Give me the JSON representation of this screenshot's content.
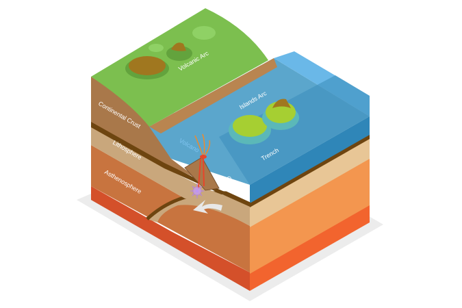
{
  "labels": {
    "volcanic_arc": "Volcanic Arc",
    "continental_crust": "Continental Crust",
    "lithosphere": "Lithosphere",
    "asthenosphere": "Asthenosphere",
    "islands_arc": "Islands Arc",
    "volcano": "Volcano",
    "trench": "Trench",
    "oceanic_crust_1": "Oceanic",
    "oceanic_crust_2": "Crust"
  },
  "colors": {
    "land": "#7cbf4f",
    "continental_crust": "#a9784a",
    "lithosphere": "#c9a77c",
    "asthenosphere": "#c8743f",
    "mantle_bottom": "#d4502a",
    "water": "#4a9ec9",
    "water_top": "#6ab8e8",
    "boundary": "#6e4510",
    "right_tan": "#e8c696",
    "right_orange": "#f3964f",
    "right_red": "#f2642e"
  }
}
